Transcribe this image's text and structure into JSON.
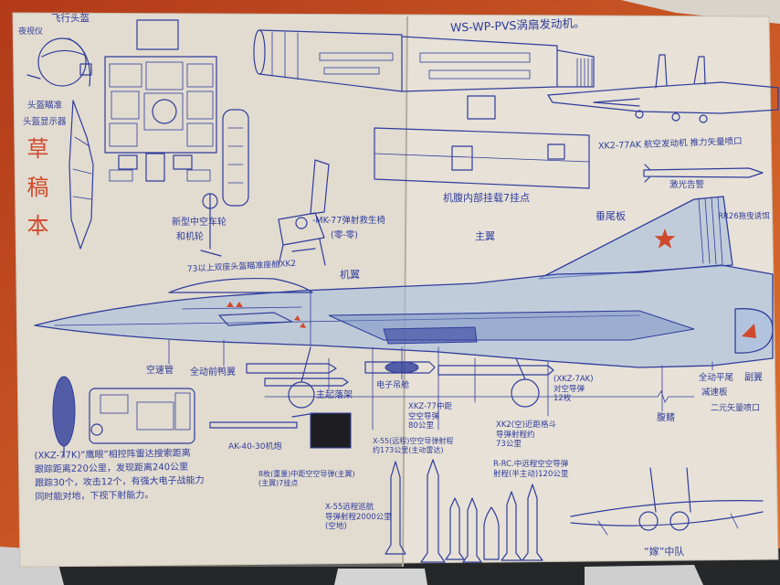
{
  "colors": {
    "wall": "#e07530",
    "wall_dark": "#b23a19",
    "paper": "#e7e1d7",
    "ink": "#2f3d9c",
    "red_ink": "#cf4a2d",
    "tail_blue": "#a8bedd",
    "floor": "#262728"
  },
  "labels": {
    "engine_title": "WS-WP-PVS涡扇发动机。",
    "night_vision": "夜视仪",
    "helmet_title": "飞行头盔",
    "helmet_sight": "头盔瞄准",
    "helmet_display": "头盔显示器",
    "draft_mark": "草稿本",
    "wheel_line1": "新型中空车轮",
    "wheel_line2": "和机轮",
    "seat_line1": "-MK-77弹射救生椅",
    "seat_line2": "(零-零)",
    "cockpit": "73以上双座头盔瞄准座舱XK2",
    "wing": "机翼",
    "main_wing": "主翼",
    "vertical_tail": "垂尾板",
    "bay": "机腹内部挂载7挂点",
    "nozzle": "XK2-77AK 航空发动机 推力矢量喷口",
    "laser_warning": "激光告警",
    "decoy": "RR26拖曳诱饵",
    "pitot": "空速管",
    "canard": "全动前鸭翼",
    "main_gear": "主起落架",
    "pod": "电子吊舱",
    "ventral_fin": "腹鳍",
    "tailplane": "全动平尾",
    "airbrake": "减速板",
    "aileron": "副翼",
    "nozzle_2d": "二元矢量喷口",
    "gun": "AK-40-30机炮",
    "squadron": "“嫁”中队"
  },
  "radar_text": [
    "(XKZ-77K)“鹰眼”相控阵雷达搜索距离",
    "跟踪距离220公里，发现距离240公里",
    "跟踪30个，攻击12个，有强大电子战能力",
    "同时能对地，下视下射能力。"
  ],
  "weapons": {
    "mid_range": [
      "XKZ-77中距",
      "空空导弹",
      "80公里"
    ],
    "long_range": [
      "X-55(远程)空空导弹射程",
      "约173公里(主动雷达)"
    ],
    "dogfight": [
      "XK2(空)近距格斗",
      "导弹射程约",
      "73公里"
    ],
    "semi_active": [
      "R-RC.中远程空空导弹",
      "射程(半主动)120公里"
    ],
    "wing_load": [
      "8枚(重量)中距空空导弹(主翼)",
      "(主翼)7挂点"
    ],
    "cruise": [
      "X-55远程巡航",
      "导弹射程2000公里",
      "(空地)"
    ],
    "anti_air": [
      "(XKZ-7AK)",
      "对空导弹",
      "12枚"
    ]
  }
}
